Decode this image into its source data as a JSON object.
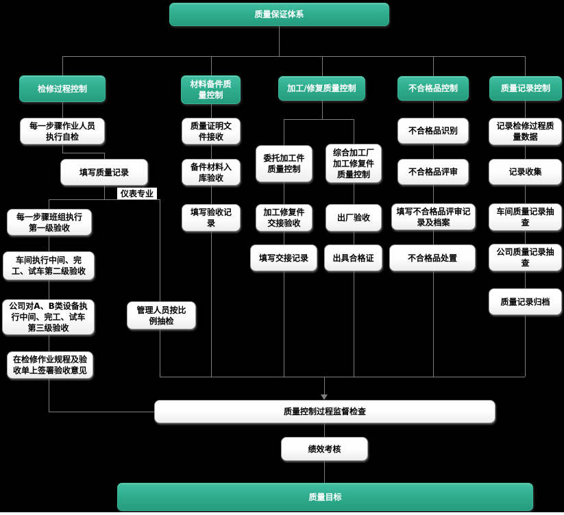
{
  "root": {
    "label": "质量保证体系"
  },
  "columns": [
    {
      "header": "检修过程控制",
      "branch_label": "仪表专业",
      "boxes": [
        "每一步骤作业人员执行自检",
        "填写质量记录",
        "每一步骤班组执行第一级验收",
        "车间执行中间、完工、试车第二级验收",
        "公司对A、B类设备执行中间、完工、试车第三级验收",
        "在检修作业规程及验收单上签署验收意见",
        "管理人员按比例抽检"
      ]
    },
    {
      "header": "材料备件质量控制",
      "boxes": [
        "质量证明文件接收",
        "备件材料入库验收",
        "填写验收记录"
      ]
    },
    {
      "header": "加工/修复质量控制",
      "sub_left": [
        "委托加工件质量控制",
        "加工修复件交接验收",
        "填写交接记录"
      ],
      "sub_right": [
        "综合加工厂加工修复件质量控制",
        "出厂验收",
        "出具合格证"
      ]
    },
    {
      "header": "不合格品控制",
      "boxes": [
        "不合格品识别",
        "不合格品评审",
        "填写不合格品评审记录及档案",
        "不合格品处置"
      ]
    },
    {
      "header": "质量记录控制",
      "boxes": [
        "记录检修过程质量数据",
        "记录收集",
        "车间质量记录抽查",
        "公司质量记录抽查",
        "质量记录归档"
      ]
    }
  ],
  "footer": {
    "supervision": "质量控制过程监督检查",
    "performance": "绩效考核",
    "goal": "质量目标"
  },
  "colors": {
    "background": "#000000",
    "node_green": "#2fae8e",
    "node_white": "#ffffff",
    "line_gray": "#7f7f7f"
  }
}
